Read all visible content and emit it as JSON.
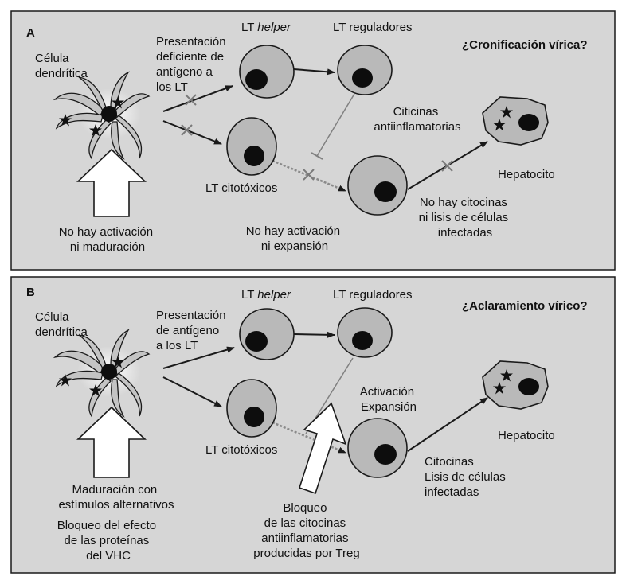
{
  "colors": {
    "panel_bg": "#d6d6d6",
    "border": "#1a1a1a",
    "cell_fill": "#b9b9b9",
    "nucleus": "#0d0d0d",
    "arrow": "#1a1a1a",
    "inhibit_line": "#808080",
    "block_mark": "#7a7a7a"
  },
  "panel_a": {
    "letter": "A",
    "dendritic_cell": [
      "Célula",
      "dendrítica"
    ],
    "presentation": [
      "Presentación",
      "deficiente de",
      "antígeno a",
      "los LT"
    ],
    "lt_helper_prefix": "LT ",
    "lt_helper_em": "helper",
    "lt_reguladores": "LT reguladores",
    "question": "¿Cronificación vírica?",
    "cytokines_anti": [
      "Citicinas",
      "antiinflamatorias"
    ],
    "lt_citotoxicos": "LT citotóxicos",
    "hepatocito": "Hepatocito",
    "no_activation": [
      "No hay activación",
      "ni maduración"
    ],
    "no_expansion": [
      "No hay activación",
      "ni expansión"
    ],
    "no_cytokines": [
      "No hay citocinas",
      "ni lisis de células",
      "infectadas"
    ]
  },
  "panel_b": {
    "letter": "B",
    "dendritic_cell": [
      "Célula",
      "dendrítica"
    ],
    "presentation": [
      "Presentación",
      "de antígeno",
      "a los LT"
    ],
    "lt_helper_prefix": "LT ",
    "lt_helper_em": "helper",
    "lt_reguladores": "LT reguladores",
    "question": "¿Aclaramiento vírico?",
    "activation": [
      "Activación",
      "Expansión"
    ],
    "lt_citotoxicos": "LT citotóxicos",
    "hepatocito": "Hepatocito",
    "cytokines": [
      "Citocinas",
      "Lisis de células",
      "infectadas"
    ],
    "maturation": [
      "Maduración con",
      "estímulos alternativos"
    ],
    "block_effect": [
      "Bloqueo del efecto",
      "de las proteínas",
      "del VHC"
    ],
    "block_treg": [
      "Bloqueo",
      "de las citocinas",
      "antiinflamatorias",
      "producidas por Treg"
    ]
  }
}
